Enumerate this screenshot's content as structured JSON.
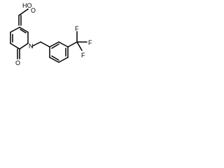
{
  "structure": {
    "atoms": {
      "ho": "HO",
      "o_carbonyl_acid": "O",
      "o_ring_carbonyl": "O",
      "n": "N",
      "f_top": "F",
      "f_right": "F",
      "f_lower": "F"
    }
  }
}
